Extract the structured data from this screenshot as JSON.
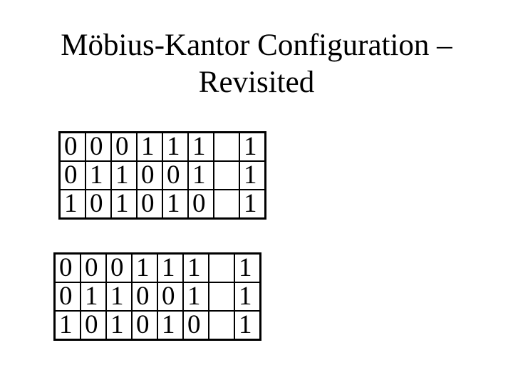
{
  "slide": {
    "title": {
      "line1": "Möbius-Kantor Configuration –",
      "line2": "Revisited"
    },
    "tables": [
      {
        "name": "matrix-top",
        "rows": [
          [
            "0",
            "0",
            "0",
            "1",
            "1",
            "1",
            "",
            "1"
          ],
          [
            "0",
            "1",
            "1",
            "0",
            "0",
            "1",
            "",
            "1"
          ],
          [
            "1",
            "0",
            "1",
            "0",
            "1",
            "0",
            "",
            "1"
          ]
        ]
      },
      {
        "name": "matrix-bottom",
        "rows": [
          [
            "0",
            "0",
            "0",
            "1",
            "1",
            "1",
            "",
            "1"
          ],
          [
            "0",
            "1",
            "1",
            "0",
            "0",
            "1",
            "",
            "1"
          ],
          [
            "1",
            "0",
            "1",
            "0",
            "1",
            "0",
            "",
            "1"
          ]
        ]
      }
    ],
    "colors": {
      "background": "#ffffff",
      "text": "#000000",
      "table_border": "#000000"
    }
  }
}
